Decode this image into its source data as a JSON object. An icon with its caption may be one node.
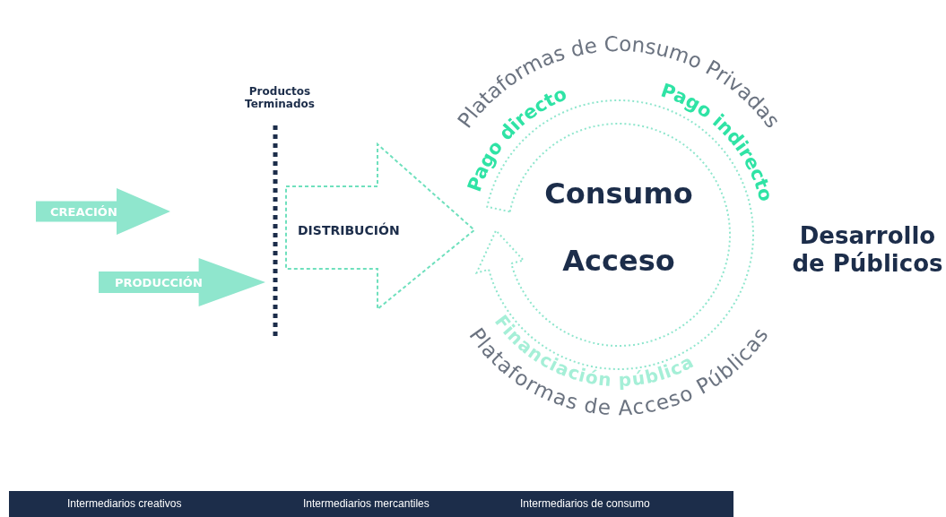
{
  "diagram": {
    "nodes": [
      {
        "text": [
          "CREACIÓN"
        ]
      },
      {
        "text": [
          "PRODUCCIÓN"
        ]
      },
      {
        "text": [
          "DISTRIBUCIÓN"
        ]
      },
      {
        "text": [
          "Consumo",
          "Acceso"
        ]
      }
    ],
    "labels": [
      "Plataformas de Consumo Privadas",
      "Pago directo",
      "Pago indirecto",
      "Productos Terminados",
      "Desarrollo de Públicos",
      "Financiación pública",
      "Plataformas de Acceso Públicas",
      "Intermediarios creativos",
      "Intermediarios mercantiles",
      "Intermediarios de consumo"
    ]
  }
}
